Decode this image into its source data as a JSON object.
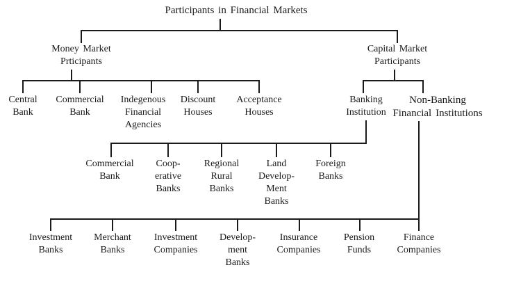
{
  "diagram": {
    "type": "hierarchy-tree",
    "colors": {
      "text": "#1a1a1a",
      "line": "#1a1a1a",
      "background": "#ffffff"
    },
    "tree": {
      "label": "Participants in Financial Markets",
      "children": [
        {
          "label": "Money Market\nPrticipants",
          "children": [
            {
              "label": "Central\nBank"
            },
            {
              "label": "Commercial\nBank"
            },
            {
              "label": "Indegenous\nFinancial\nAgencies"
            },
            {
              "label": "Discount\nHouses"
            },
            {
              "label": "Acceptance\nHouses"
            }
          ]
        },
        {
          "label": "Capital Market\nParticipants",
          "children": [
            {
              "label": "Banking\nInstitution",
              "children": [
                {
                  "label": "Commercial\nBank"
                },
                {
                  "label": "Coop-\nerative\nBanks"
                },
                {
                  "label": "Regional\nRural\nBanks"
                },
                {
                  "label": "Land\nDevelop-\nMent\nBanks"
                },
                {
                  "label": "Foreign\nBanks"
                }
              ]
            },
            {
              "label": "Non-Banking\nFinancial Institutions",
              "children": [
                {
                  "label": "Investment\nBanks"
                },
                {
                  "label": "Merchant\nBanks"
                },
                {
                  "label": "Investment\nCompanies"
                },
                {
                  "label": "Develop-\nment\nBanks"
                },
                {
                  "label": "Insurance\nCompanies"
                },
                {
                  "label": "Pension\nFunds"
                },
                {
                  "label": "Finance\nCompanies"
                }
              ]
            }
          ]
        }
      ]
    }
  }
}
